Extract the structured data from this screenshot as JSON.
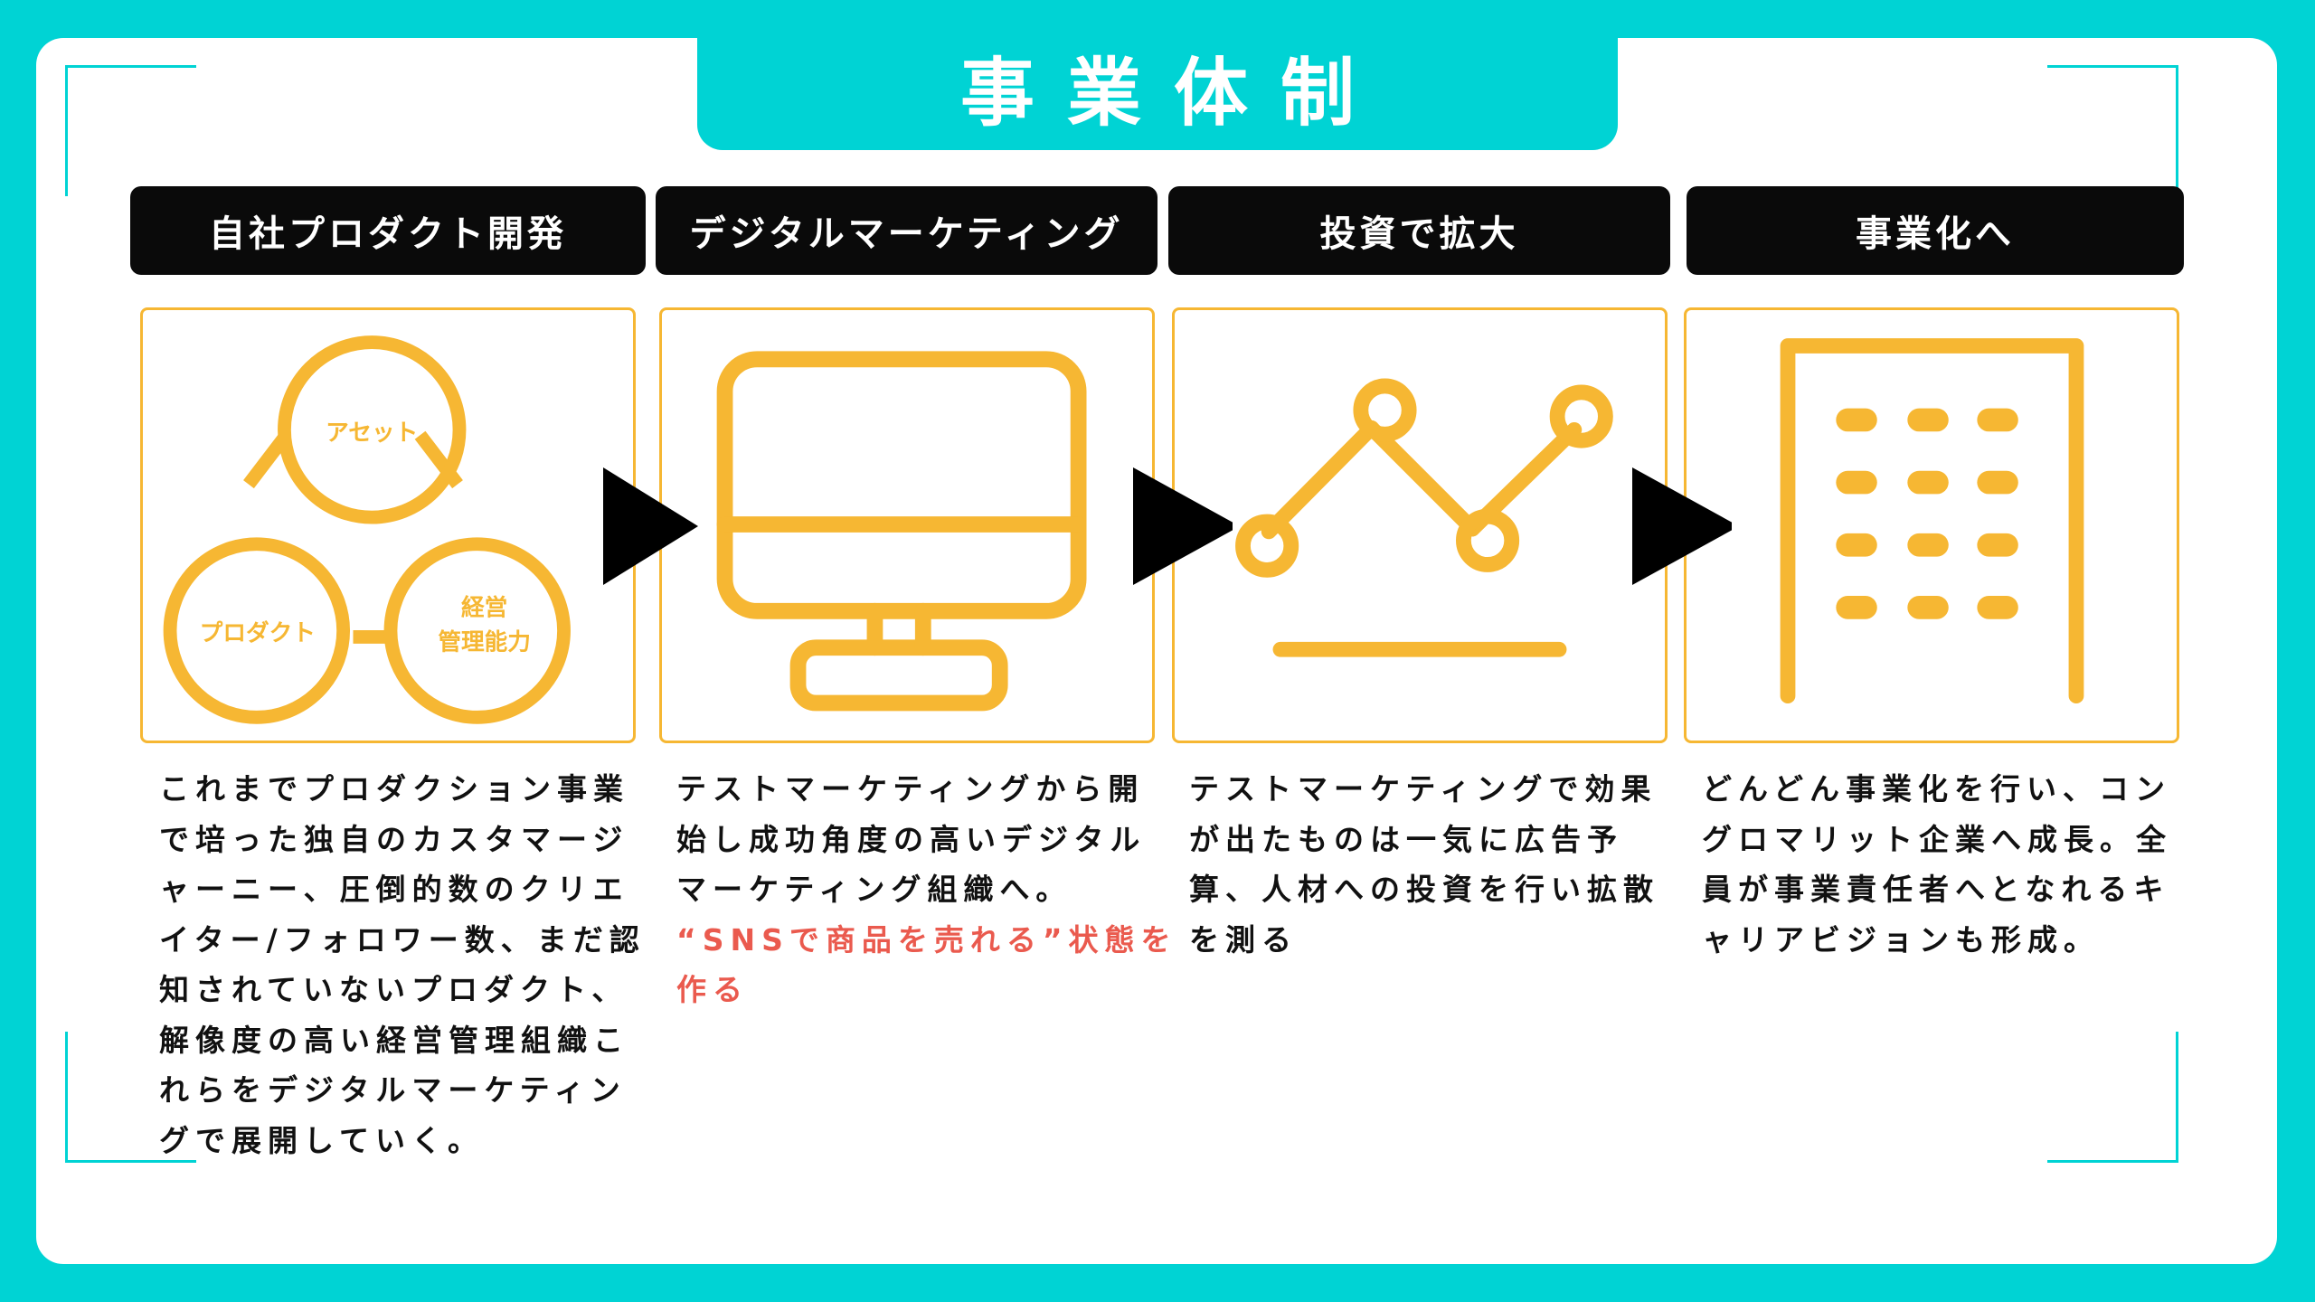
{
  "title": "事業体制",
  "columns": [
    {
      "header": "自社プロダクト開発",
      "icon": "three-circles-icon",
      "circle_labels": [
        "アセット",
        "プロダクト",
        "経営",
        "管理能力"
      ],
      "description_lines": [
        "これまでプロダクション事業",
        "で培った独自のカスタマージ",
        "ャーニー、圧倒的数のクリエ",
        "イター/フォロワー数、まだ認",
        "知されていないプロダクト、",
        "解像度の高い経営管理組織こ",
        "れらをデジタルマーケティン",
        "グで展開していく。"
      ]
    },
    {
      "header": "デジタルマーケティング",
      "icon": "monitor-icon",
      "description_lines": [
        "テストマーケティングから開",
        "始し成功角度の高いデジタル",
        "マーケティング組織へ。"
      ],
      "highlight_lines": [
        "“SNSで商品を売れる”状態を",
        "作る"
      ]
    },
    {
      "header": "投資で拡大",
      "icon": "growth-chart-icon",
      "description_lines": [
        "テストマーケティングで効果",
        "が出たものは一気に広告予",
        "算、人材への投資を行い拡散",
        "を測る"
      ]
    },
    {
      "header": "事業化へ",
      "icon": "building-icon",
      "description_lines": [
        "どんどん事業化を行い、コン",
        "グロマリット企業へ成長。全",
        "員が事業責任者へとなれるキ",
        "ャリアビジョンも形成。"
      ]
    }
  ],
  "colors": {
    "background": "#00d3d4",
    "accent": "#f6b733",
    "header_bg": "#0a0a0a",
    "highlight": "#ea5a4e",
    "text": "#111111"
  }
}
